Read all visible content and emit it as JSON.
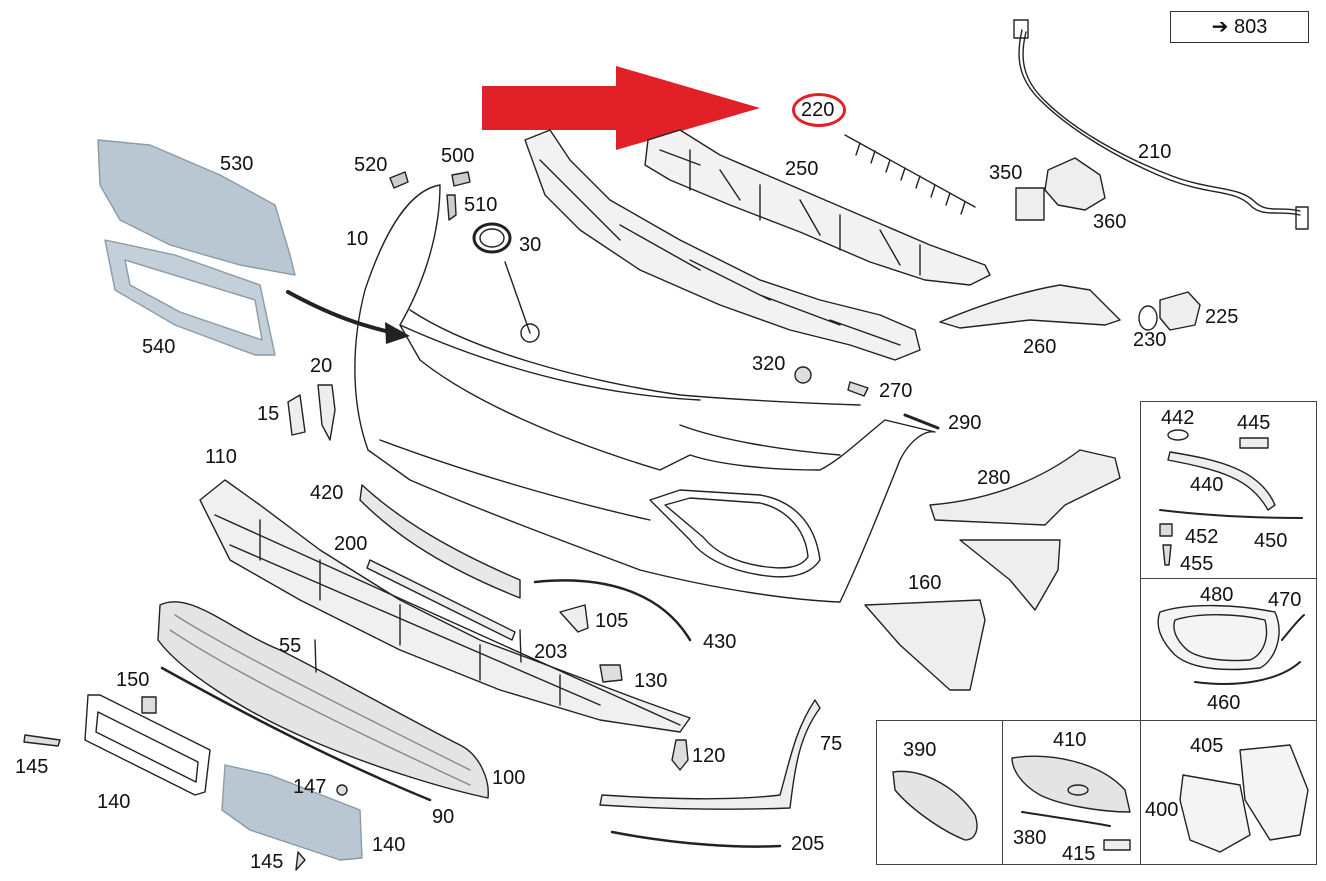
{
  "reference": {
    "text": "➔ 803"
  },
  "highlight": {
    "part": "220",
    "arrow_color": "#e22027"
  },
  "labels": {
    "p220": "220",
    "p210": "210",
    "p250": "250",
    "p350": "350",
    "p360": "360",
    "p530": "530",
    "p520": "520",
    "p500": "500",
    "p510": "510",
    "p10": "10",
    "p30": "30",
    "p540": "540",
    "p225": "225",
    "p230": "230",
    "p260": "260",
    "p320": "320",
    "p270": "270",
    "p20": "20",
    "p15": "15",
    "p290": "290",
    "p442": "442",
    "p445": "445",
    "p440": "440",
    "p452": "452",
    "p455": "455",
    "p450": "450",
    "p110": "110",
    "p280": "280",
    "p420": "420",
    "p200": "200",
    "p160": "160",
    "p480": "480",
    "p470": "470",
    "p460": "460",
    "p105": "105",
    "p203": "203",
    "p430": "430",
    "p55": "55",
    "p130": "130",
    "p150": "150",
    "p120": "120",
    "p75": "75",
    "p390": "390",
    "p410": "410",
    "p405": "405",
    "p145a": "145",
    "p100": "100",
    "p400": "400",
    "p140a": "140",
    "p147": "147",
    "p90": "90",
    "p380": "380",
    "p415": "415",
    "p140b": "140",
    "p205": "205",
    "p145b": "145"
  }
}
